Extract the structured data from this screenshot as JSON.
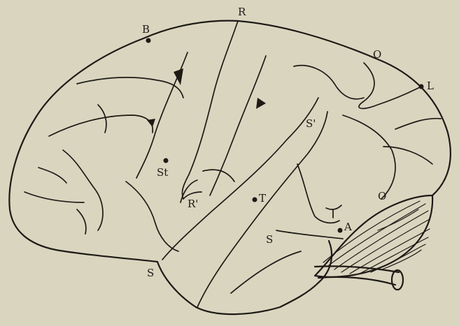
{
  "colors": {
    "paper": "#d9d5bf",
    "ink": "#1d1a16"
  },
  "labels": {
    "R": "R",
    "B": "B",
    "O_top": "O",
    "L": "L",
    "S_prime": "S'",
    "St": "St",
    "R_prime": "R'",
    "T": "T",
    "O_lower": "O",
    "A": "A",
    "S_lower": "S",
    "S_bottom": "S"
  }
}
